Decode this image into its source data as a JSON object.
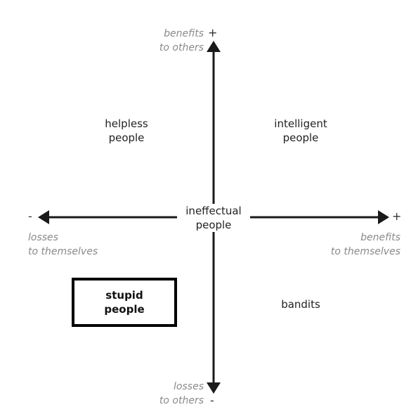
{
  "axes": {
    "y_top": {
      "line1": "benefits",
      "line2": "to others",
      "sign": "+"
    },
    "y_bottom": {
      "line1": "losses",
      "line2": "to others",
      "sign": "-"
    },
    "x_left": {
      "line1": "losses",
      "line2": "to themselves",
      "sign": "-"
    },
    "x_right": {
      "line1": "benefits",
      "line2": "to themselves",
      "sign": "+"
    }
  },
  "quadrants": {
    "top_left": {
      "line1": "helpless",
      "line2": "people"
    },
    "top_right": {
      "line1": "intelligent",
      "line2": "people"
    },
    "center": {
      "line1": "ineffectual",
      "line2": "people"
    },
    "bottom_left": {
      "line1": "stupid",
      "line2": "people",
      "highlighted": true
    },
    "bottom_right": {
      "line1": "bandits"
    }
  },
  "colors": {
    "axis": "#1a1a1a",
    "axis_label": "#8a8a8a",
    "highlight_border": "#000000"
  }
}
